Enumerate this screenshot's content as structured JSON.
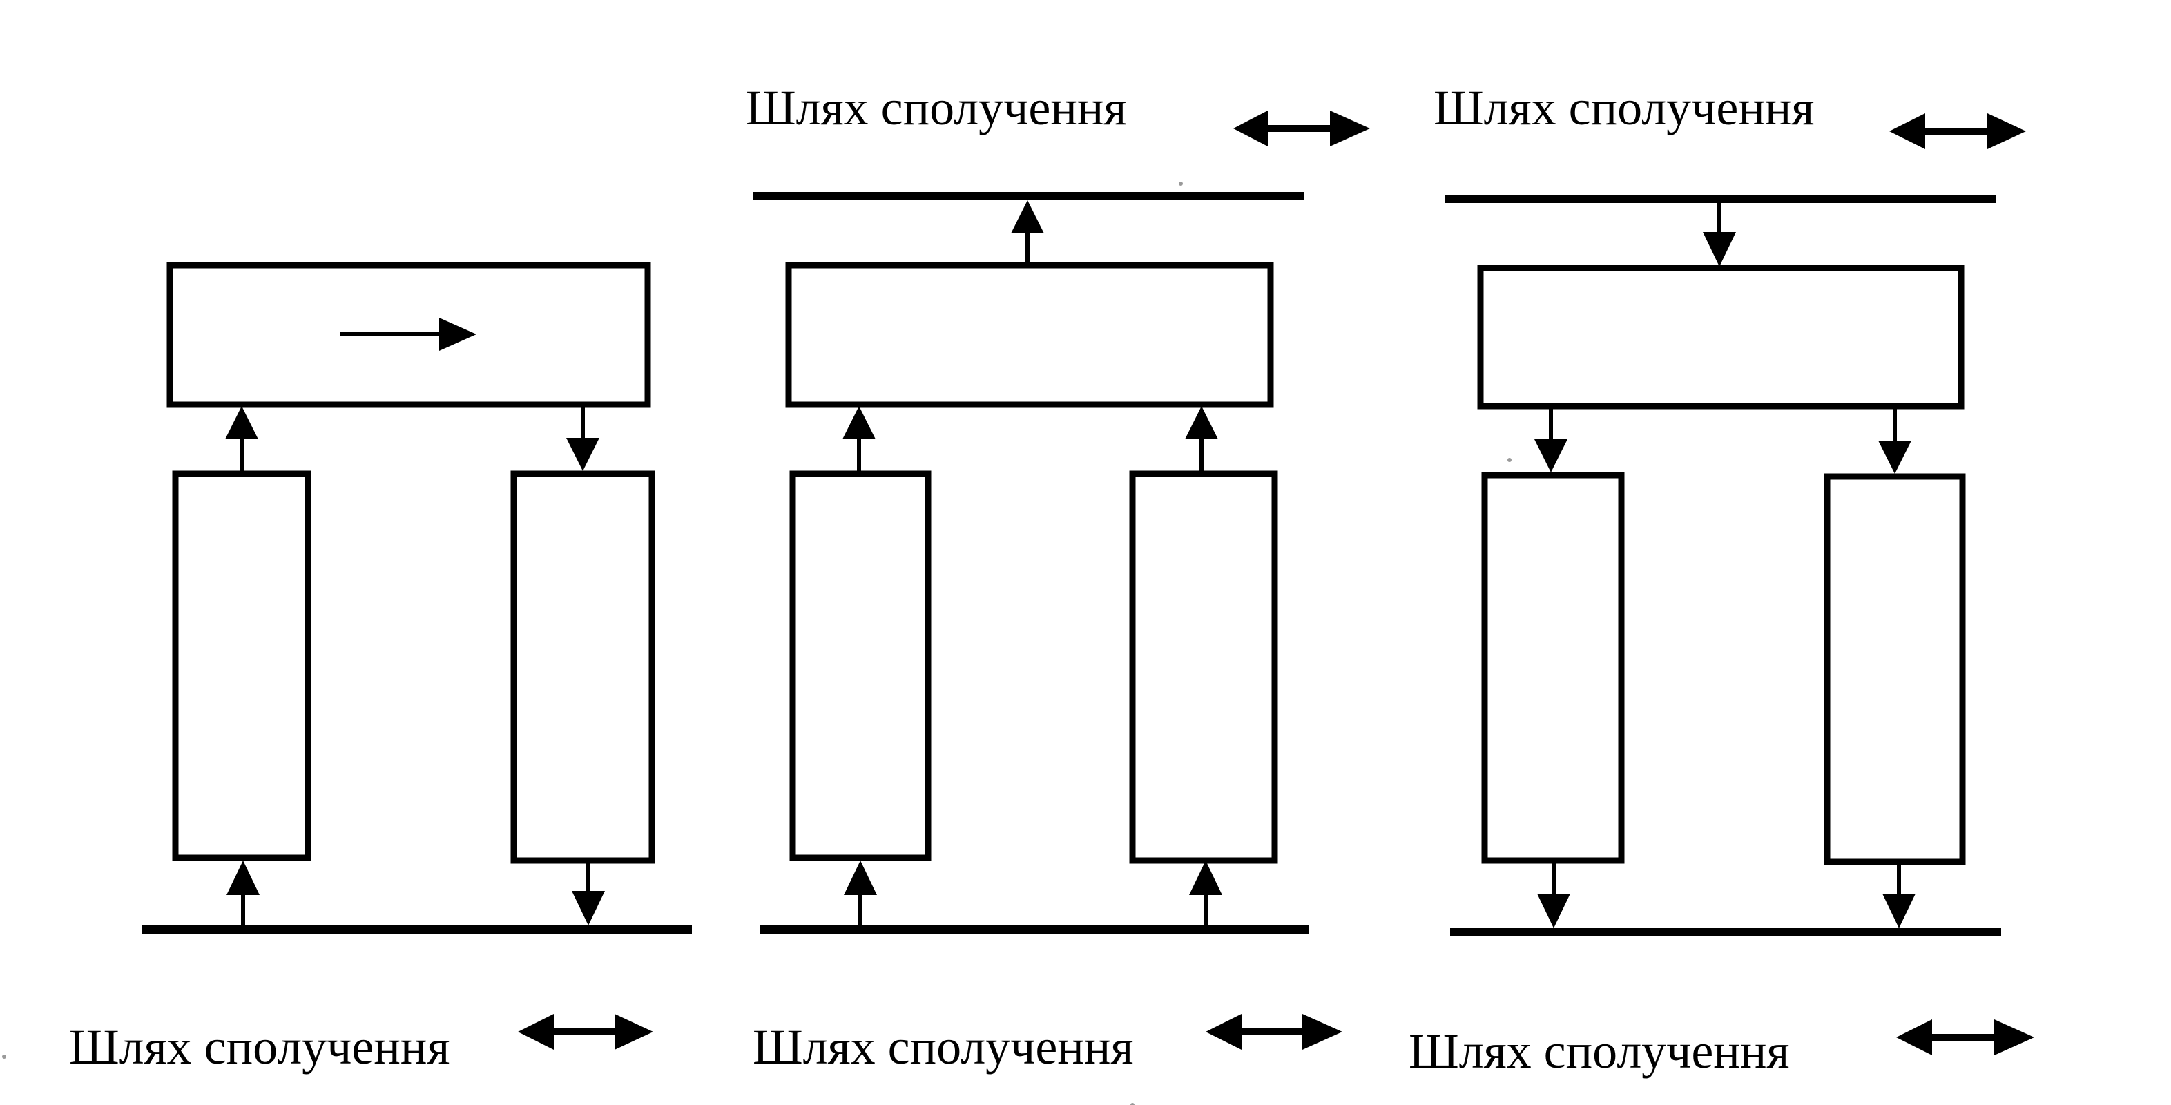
{
  "labels": {
    "top_middle": "Шлях сполучення",
    "top_right": "Шлях сполучення",
    "bottom_left": "Шлях сполучення",
    "bottom_middle": "Шлях сполучення",
    "bottom_right": "Шлях сполучення"
  },
  "icons": {
    "bus_marker": "double-headed-arrow-icon",
    "transfer_marker": "right-arrow-icon"
  },
  "colors": {
    "ink": "#000000",
    "background": "#ffffff"
  }
}
